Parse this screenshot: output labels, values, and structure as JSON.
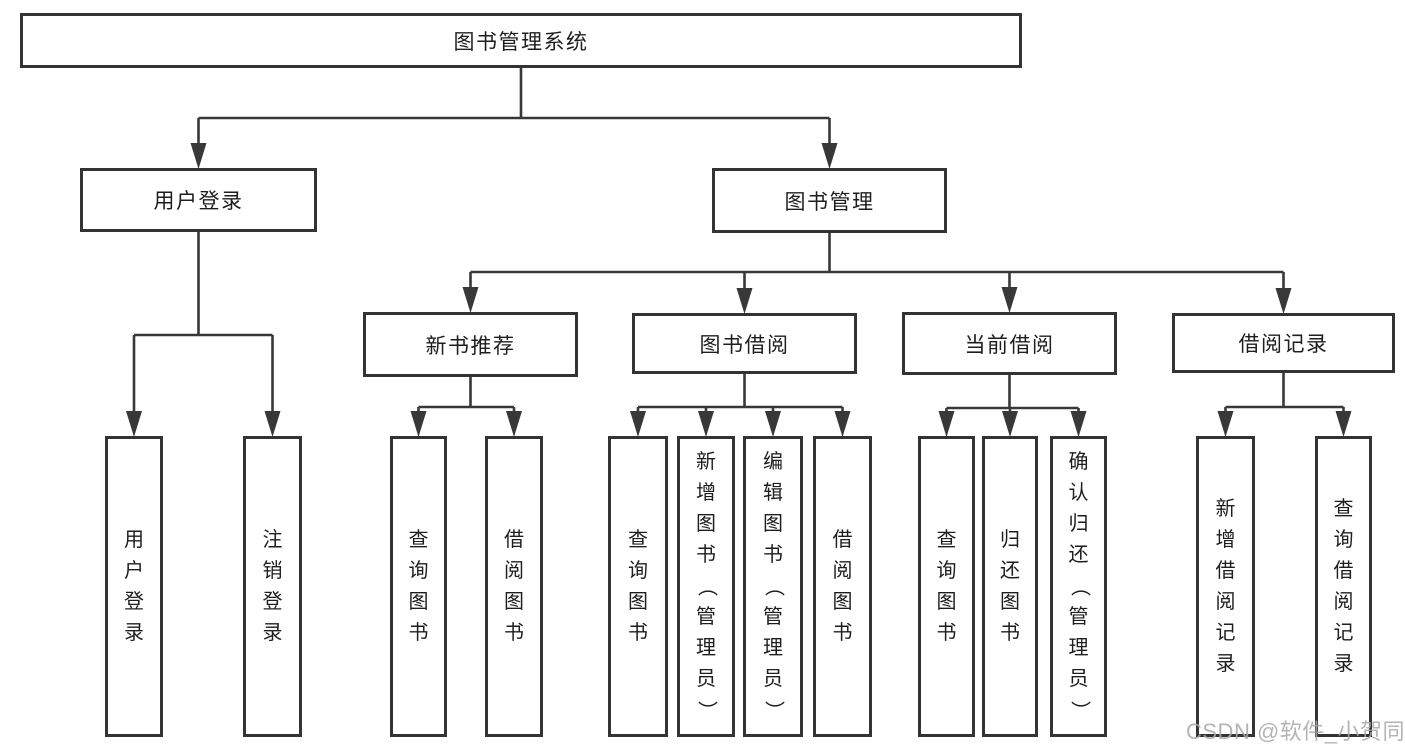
{
  "diagram": {
    "title": "图书管理系统",
    "nodes": [
      {
        "id": "root",
        "label": "图书管理系统",
        "parent": null,
        "orientation": "horizontal"
      },
      {
        "id": "user-login",
        "label": "用户登录",
        "parent": "root",
        "orientation": "horizontal"
      },
      {
        "id": "book-mgmt",
        "label": "图书管理",
        "parent": "root",
        "orientation": "horizontal"
      },
      {
        "id": "new-rec",
        "label": "新书推荐",
        "parent": "book-mgmt",
        "orientation": "horizontal"
      },
      {
        "id": "book-borrow",
        "label": "图书借阅",
        "parent": "book-mgmt",
        "orientation": "horizontal"
      },
      {
        "id": "cur-borrow",
        "label": "当前借阅",
        "parent": "book-mgmt",
        "orientation": "horizontal"
      },
      {
        "id": "borrow-rec",
        "label": "借阅记录",
        "parent": "book-mgmt",
        "orientation": "horizontal"
      },
      {
        "id": "leaf-user-login",
        "label": "用户登录",
        "parent": "user-login",
        "orientation": "vertical"
      },
      {
        "id": "leaf-logout",
        "label": "注销登录",
        "parent": "user-login",
        "orientation": "vertical"
      },
      {
        "id": "nr-query",
        "label": "查询图书",
        "parent": "new-rec",
        "orientation": "vertical"
      },
      {
        "id": "nr-borrow",
        "label": "借阅图书",
        "parent": "new-rec",
        "orientation": "vertical"
      },
      {
        "id": "bb-query",
        "label": "查询图书",
        "parent": "book-borrow",
        "orientation": "vertical"
      },
      {
        "id": "bb-add",
        "label": "新增图书（管理员）",
        "parent": "book-borrow",
        "orientation": "vertical"
      },
      {
        "id": "bb-edit",
        "label": "编辑图书（管理员）",
        "parent": "book-borrow",
        "orientation": "vertical"
      },
      {
        "id": "bb-borrow",
        "label": "借阅图书",
        "parent": "book-borrow",
        "orientation": "vertical"
      },
      {
        "id": "cb-query",
        "label": "查询图书",
        "parent": "cur-borrow",
        "orientation": "vertical"
      },
      {
        "id": "cb-return",
        "label": "归还图书",
        "parent": "cur-borrow",
        "orientation": "vertical"
      },
      {
        "id": "cb-confirm",
        "label": "确认归还（管理员）",
        "parent": "cur-borrow",
        "orientation": "vertical"
      },
      {
        "id": "br-add",
        "label": "新增借阅记录",
        "parent": "borrow-rec",
        "orientation": "vertical"
      },
      {
        "id": "br-query",
        "label": "查询借阅记录",
        "parent": "borrow-rec",
        "orientation": "vertical"
      }
    ],
    "watermark": "CSDN @软件_小贺同学",
    "colors": {
      "line": "#383838",
      "border": "#333333",
      "text": "#1e1e1e",
      "watermark": "#a8a8a8",
      "background": "#ffffff"
    }
  }
}
